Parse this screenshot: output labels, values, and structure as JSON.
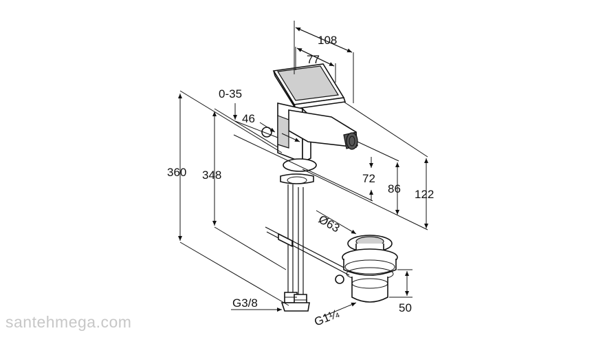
{
  "dimensions": {
    "d108": "108",
    "d77": "77",
    "d0_35": "0-35",
    "d46": "46",
    "d360": "360",
    "d348": "348",
    "d72": "72",
    "d86": "86",
    "d122": "122",
    "d63": "Ø63",
    "dG38": "G3/8",
    "dG114": "G1¼",
    "d50": "50"
  },
  "watermark": "santehmega.com"
}
